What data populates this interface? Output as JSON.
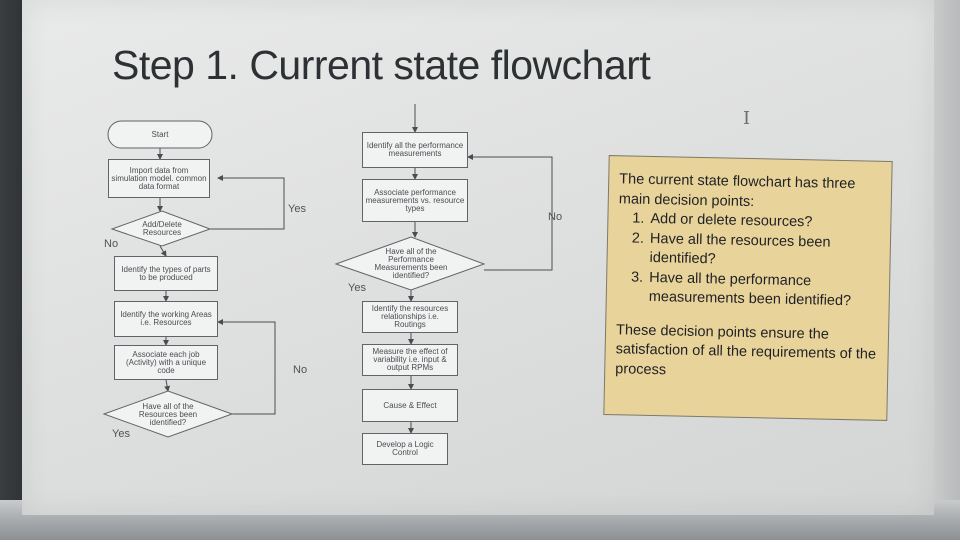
{
  "slide": {
    "title": "Step 1. Current state flowchart",
    "cursor": "I"
  },
  "flowchart": {
    "left": {
      "start": "Start",
      "import": "Import data from simulation model. common data format",
      "decision_add_delete": "Add/Delete Resources",
      "identify_parts": "Identify the types of parts to be produced",
      "identify_areas": "Identify the working Areas i.e. Resources",
      "associate_job": "Associate each job (Activity) with a unique code",
      "decision_resources": "Have all of the Resources been identified?"
    },
    "right": {
      "identify_measurements": "Identify all the performance measurements",
      "associate_measurements": "Associate performance measurements vs. resource types",
      "decision_measurements": "Have all of the Performance Measurements been identified?",
      "identify_relationships": "Identify the resources relationships i.e. Routings",
      "measure_variability": "Measure the effect of variability i.e. input & output RPMs",
      "cause_effect": "Cause & Effect",
      "logic_control": "Develop a Logic Control"
    },
    "labels": {
      "yes": "Yes",
      "no": "No"
    }
  },
  "note": {
    "intro": "The current state flowchart has three main decision points:",
    "items": [
      "Add or delete resources?",
      "Have all the resources been identified?",
      "Have all the performance measurements been identified?"
    ],
    "closing": "These decision points ensure the satisfaction of all the requirements of the process"
  },
  "colors": {
    "note_background": "#e8d39a",
    "slide_background": "#e2e3e3",
    "line": "#4a4d50"
  }
}
